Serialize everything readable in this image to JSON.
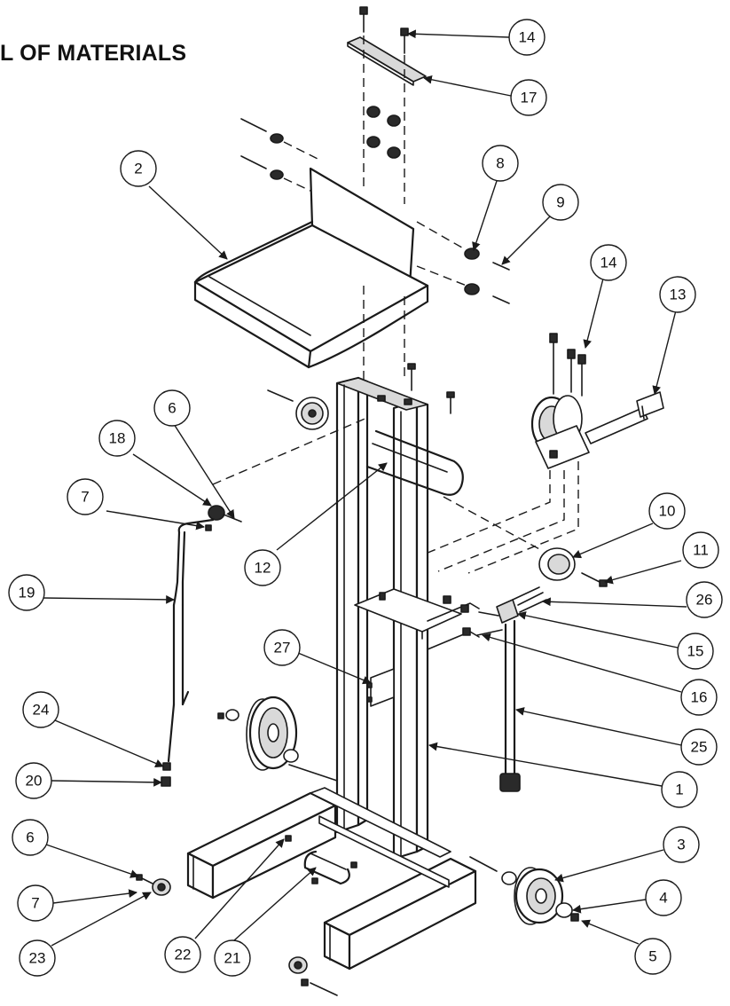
{
  "heading": "L OF MATERIALS",
  "callouts": [
    "14",
    "17",
    "2",
    "8",
    "9",
    "14",
    "13",
    "6",
    "18",
    "7",
    "12",
    "10",
    "11",
    "19",
    "26",
    "15",
    "27",
    "16",
    "24",
    "25",
    "20",
    "1",
    "6",
    "3",
    "4",
    "7",
    "5",
    "23",
    "22",
    "21"
  ],
  "colors": {
    "ink": "#1a1a1a",
    "paper": "#ffffff",
    "shade": "#d9d9d9"
  }
}
